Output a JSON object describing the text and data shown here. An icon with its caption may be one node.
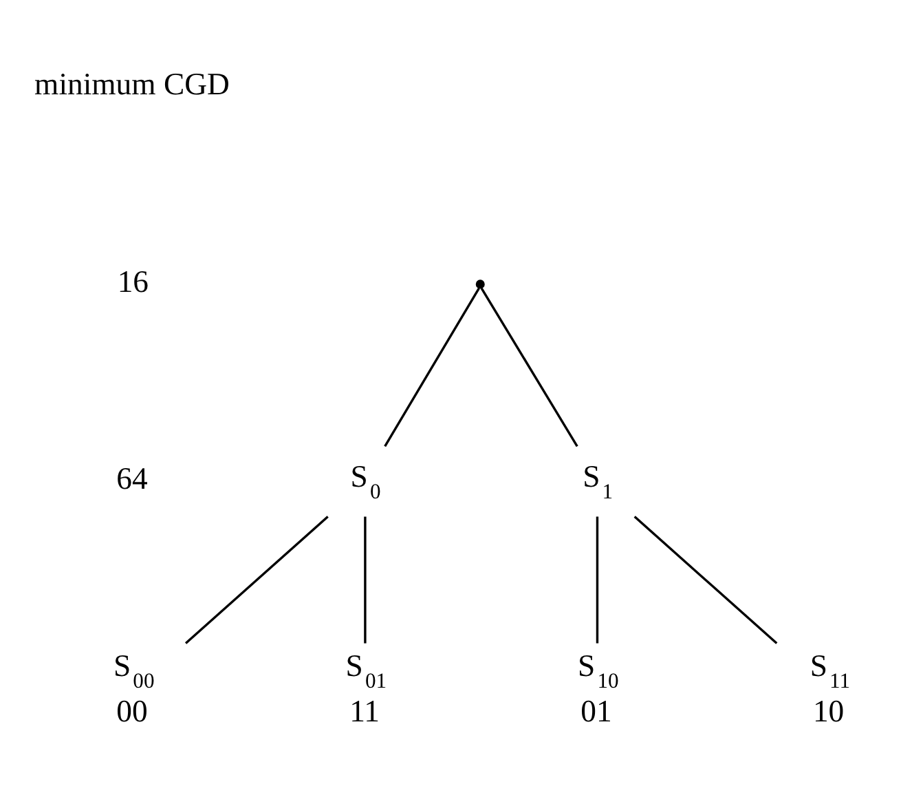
{
  "diagram": {
    "nodes": [
      {
        "text": [],
        "shape": "point"
      },
      {
        "text": [
          "S$_{0}$"
        ]
      },
      {
        "text": [
          "S$_{1}$"
        ]
      },
      {
        "text": [
          "S$_{00}$"
        ],
        "beside": [
          "00"
        ]
      },
      {
        "text": [
          "S$_{01}$"
        ],
        "beside": [
          "11"
        ]
      },
      {
        "text": [
          "S$_{10}$"
        ],
        "beside": [
          "01"
        ]
      },
      {
        "text": [
          "S$_{11}$"
        ],
        "beside": [
          "10"
        ]
      }
    ],
    "edges": [
      {
        "from": 0,
        "to": 1,
        "arrow": "none"
      },
      {
        "from": 0,
        "to": 2,
        "arrow": "none"
      },
      {
        "from": 1,
        "to": 3,
        "arrow": "none"
      },
      {
        "from": 1,
        "to": 4,
        "arrow": "none"
      },
      {
        "from": 2,
        "to": 5,
        "arrow": "none"
      },
      {
        "from": 2,
        "to": 6,
        "arrow": "none"
      }
    ],
    "labels": [
      "minimum CGD",
      "16",
      "64"
    ]
  }
}
